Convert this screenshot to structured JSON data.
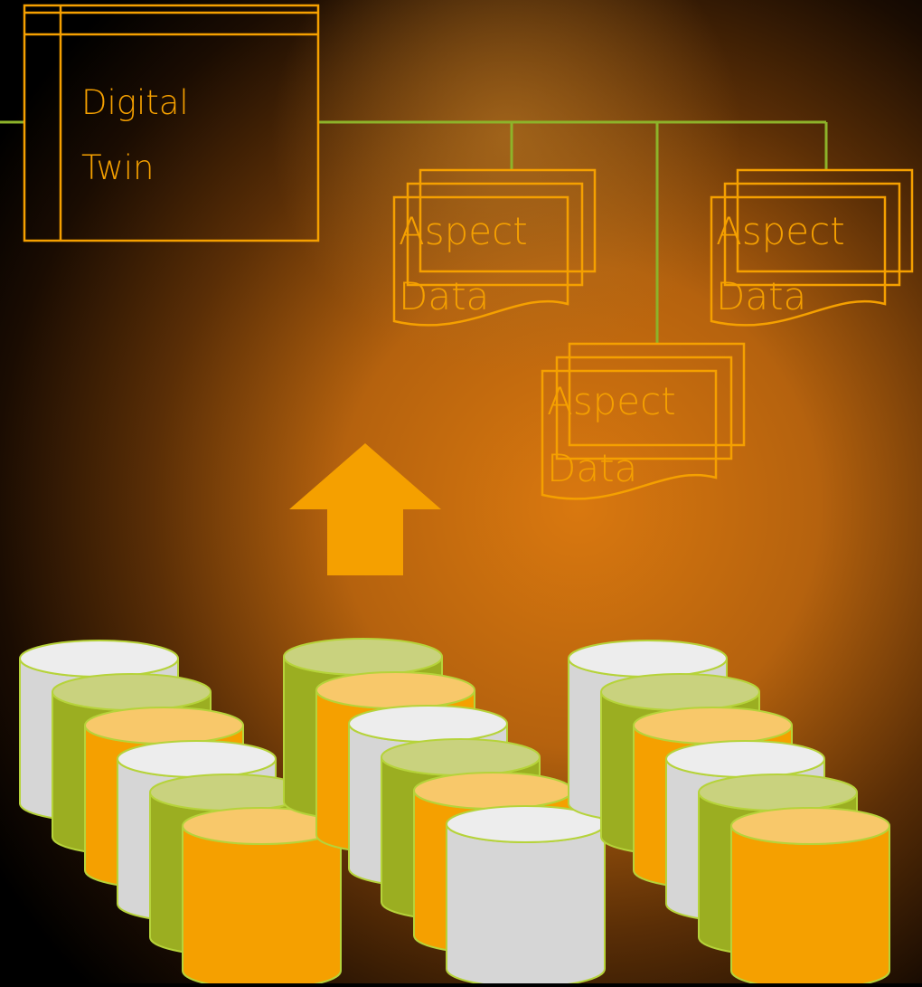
{
  "diagram": {
    "twin": {
      "line1": "Digital",
      "line2": "Twin"
    },
    "aspects": [
      {
        "line1": "Aspect",
        "line2": "Data"
      },
      {
        "line1": "Aspect",
        "line2": "Data"
      },
      {
        "line1": "Aspect",
        "line2": "Data"
      }
    ],
    "colors": {
      "accent": "#F5A000",
      "connector": "#8DB32A",
      "cyl_white": "#D6D6D6",
      "cyl_white_top": "#EDEDED",
      "cyl_green": "#9BAE21",
      "cyl_green_top": "#C9D27E",
      "cyl_orange": "#F5A000",
      "cyl_orange_top": "#F8C86A",
      "cyl_stroke": "#B6D33A"
    },
    "icons": {
      "arrow": "up-arrow-icon",
      "database": "database-icon"
    }
  }
}
